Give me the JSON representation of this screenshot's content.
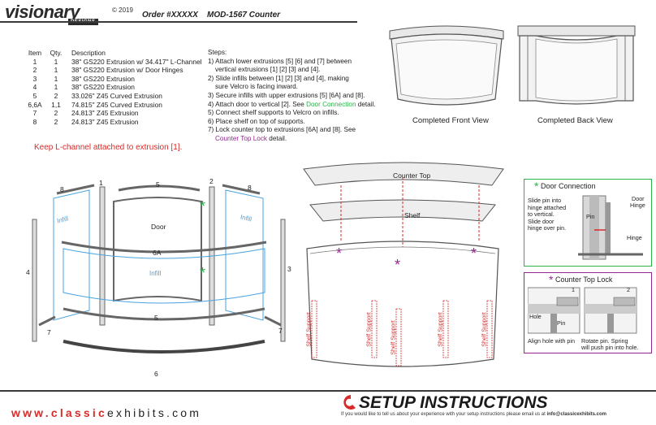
{
  "header": {
    "logo_main": "visionary",
    "logo_sub": "DESIGNS",
    "copyright": "© 2019",
    "order": "Order #XXXXX",
    "model": "MOD-1567 Counter"
  },
  "parts": {
    "headers": [
      "Item",
      "Qty.",
      "Description"
    ],
    "rows": [
      [
        "1",
        "1",
        "38\" GS220 Extrusion w/ 34.417\" L-Channel"
      ],
      [
        "2",
        "1",
        "38\" GS220 Extrusion w/ Door Hinges"
      ],
      [
        "3",
        "1",
        "38\" GS220 Extrusion"
      ],
      [
        "4",
        "1",
        "38\" GS220 Extrusion"
      ],
      [
        "5",
        "2",
        "33.026\" Z45 Curved Extrusion"
      ],
      [
        "6,6A",
        "1,1",
        "74.815\" Z45 Curved Extrusion"
      ],
      [
        "7",
        "2",
        "24.813\" Z45 Extrusion"
      ],
      [
        "8",
        "2",
        "24.813\" Z45 Extrusion"
      ]
    ]
  },
  "steps": {
    "title": "Steps:",
    "s1a": "1) Attach lower extrusions [5] [6] and [7] between",
    "s1b": "vertical extrusions [1] [2] [3] and [4].",
    "s2a": "2) Slide infills between [1] [2] [3] and [4], making",
    "s2b": "sure Velcro is facing inward.",
    "s3": "3) Secure infills with upper extrusions [5] [6A] and [8].",
    "s4a": "4) Attach door to vertical [2]. See ",
    "s4link": "Door Connection",
    "s4b": " detail.",
    "s5": "5) Connect shelf supports to Velcro on infills.",
    "s6": "6) Place shelf on top of supports.",
    "s7a": "7) Lock counter top to extrusions [6A] and [8]. See",
    "s7link": "Counter Top Lock",
    "s7b": " detail."
  },
  "keep_note": "Keep L-channel attached to extrusion [1].",
  "views": {
    "front": "Completed Front View",
    "back": "Completed Back View"
  },
  "exploded_labels": {
    "n1": "1",
    "n2": "2",
    "n3": "3",
    "n4": "4",
    "n5top": "5",
    "n5mid": "5",
    "n6": "6",
    "n6a": "6A",
    "n7l": "7",
    "n7r": "7",
    "n8l": "8",
    "n8r": "8",
    "door": "Door",
    "infill": "Infill"
  },
  "assembly_labels": {
    "counter_top": "Counter Top",
    "shelf": "Shelf",
    "shelf_support": "Shelf Support"
  },
  "door_connection": {
    "title": "Door Connection",
    "text1": "Slide pin into",
    "text2": "hinge attached",
    "text3": "to vertical.",
    "text4": "Slide door",
    "text5": "hinge over pin.",
    "door_hinge": "Door",
    "door_hinge2": "Hinge",
    "pin": "Pin",
    "hinge": "Hinge"
  },
  "counter_lock": {
    "title": "Counter Top Lock",
    "step1": "1",
    "step2": "2",
    "hole": "Hole",
    "pin": "Pin",
    "cap1": "Align hole with pin",
    "cap2a": "Rotate pin. Spring",
    "cap2b": "will push pin into hole."
  },
  "footer": {
    "web_bold": "www.classic",
    "web_normal": "exhibits.com",
    "setup": "SETUP INSTRUCTIONS",
    "feedback_pre": "If you would like to tell us about your experience with your setup instructions please email us at ",
    "feedback_email": "info@classicexhibits.com"
  },
  "colors": {
    "accent_red": "#d72a2a",
    "green": "#2bb34a",
    "purple": "#93278f",
    "infill_blue": "#4aa3df"
  }
}
